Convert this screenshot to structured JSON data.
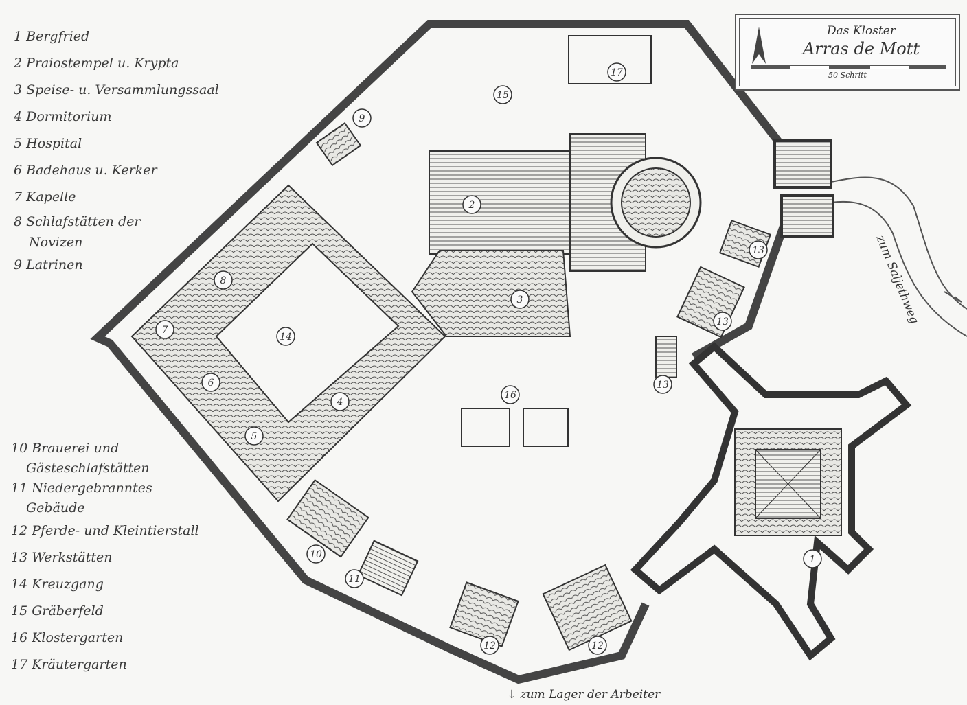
{
  "title_block": {
    "line1": "Das Kloster",
    "line2": "Arras de Mott",
    "scale": "50 Schritt",
    "north_icon": "north-arrow-icon"
  },
  "legend_top": [
    "1 Bergfried",
    "2 Praiostempel u. Krypta",
    "3 Speise- u. Versammlungssaal",
    "4 Dormitorium",
    "5 Hospital",
    "6 Badehaus u. Kerker",
    "7 Kapelle",
    "8 Schlafstätten der",
    "Novizen",
    "9 Latrinen"
  ],
  "legend_bottom": [
    "10 Brauerei und",
    "Gästeschlafstätten",
    "11 Niedergebranntes",
    "Gebäude",
    "12 Pferde- und Kleintierstall",
    "13 Werkstätten",
    "14 Kreuzgang",
    "15 Gräberfeld",
    "16 Klostergarten",
    "17 Kräutergarten"
  ],
  "roads": {
    "east": "zum Saljethweg",
    "south": "zum Lager der Arbeiter"
  },
  "markers": [
    {
      "n": "1"
    },
    {
      "n": "2"
    },
    {
      "n": "3"
    },
    {
      "n": "4"
    },
    {
      "n": "5"
    },
    {
      "n": "6"
    },
    {
      "n": "7"
    },
    {
      "n": "8"
    },
    {
      "n": "9"
    },
    {
      "n": "10"
    },
    {
      "n": "11"
    },
    {
      "n": "12"
    },
    {
      "n": "12"
    },
    {
      "n": "13"
    },
    {
      "n": "13"
    },
    {
      "n": "13"
    },
    {
      "n": "14"
    },
    {
      "n": "15"
    },
    {
      "n": "16"
    },
    {
      "n": "17"
    }
  ]
}
